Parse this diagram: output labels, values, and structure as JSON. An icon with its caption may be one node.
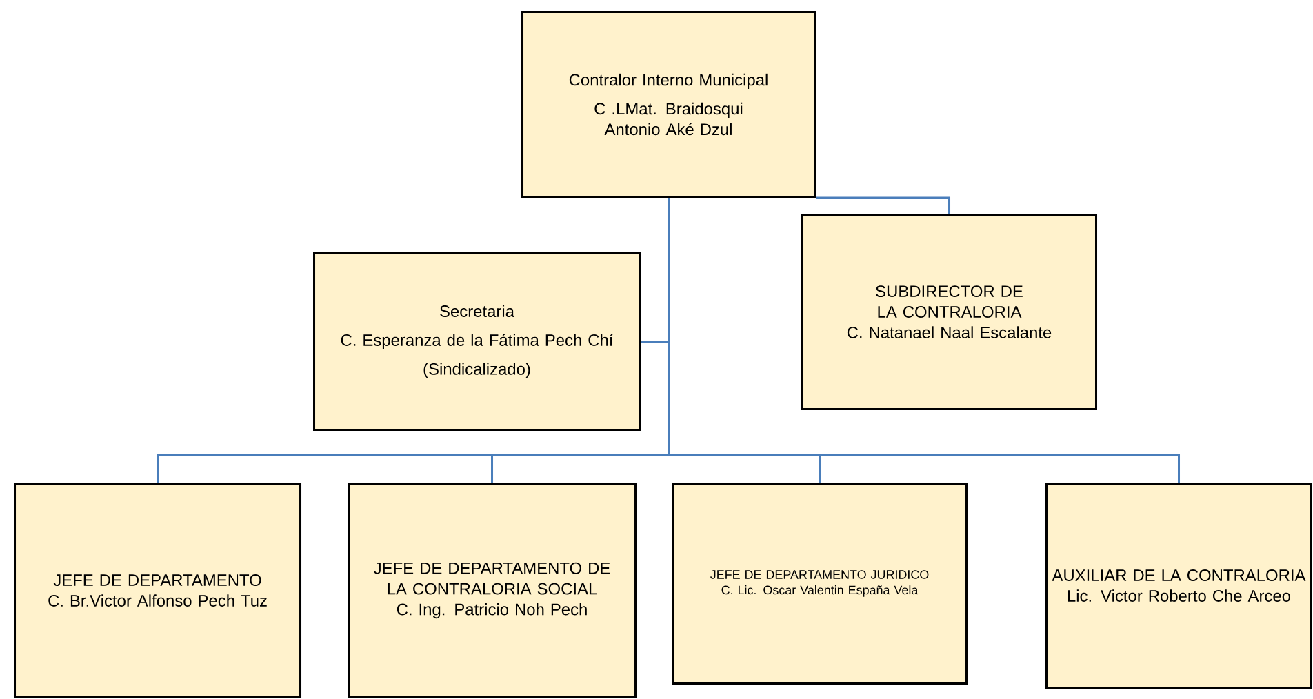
{
  "diagram": {
    "nodes": [
      {
        "text": [
          "Contralor Interno Municipal",
          "C .LMat. Braidosqui Antonio Aké Dzul"
        ]
      },
      {
        "text": [
          "Secretaria",
          "C. Esperanza de la Fátima Pech Chí",
          "(Sindicalizado)"
        ]
      },
      {
        "text": [
          "SUBDIRECTOR DE LA CONTRALORIA",
          "C. Natanael Naal Escalante"
        ]
      },
      {
        "text": [
          "JEFE DE DEPARTAMENTO",
          "C. Br.Victor Alfonso Pech Tuz"
        ]
      },
      {
        "text": [
          "JEFE DE DEPARTAMENTO DE LA CONTRALORIA SOCIAL",
          "C. Ing. Patricio Noh Pech"
        ]
      },
      {
        "text": [
          "JEFE DE DEPARTAMENTO JURIDICO",
          "C. Lic. Oscar Valentin España Vela"
        ]
      },
      {
        "text": [
          "AUXILIAR DE LA CONTRALORIA",
          "Lic. Victor Roberto Che Arceo"
        ]
      }
    ],
    "edges": [
      {
        "from": 0,
        "to": 1,
        "arrow": "none"
      },
      {
        "from": 0,
        "to": 2,
        "arrow": "none"
      },
      {
        "from": 0,
        "to": 3,
        "arrow": "none"
      },
      {
        "from": 0,
        "to": 4,
        "arrow": "none"
      },
      {
        "from": 0,
        "to": 5,
        "arrow": "none"
      },
      {
        "from": 0,
        "to": 6,
        "arrow": "none"
      }
    ]
  }
}
